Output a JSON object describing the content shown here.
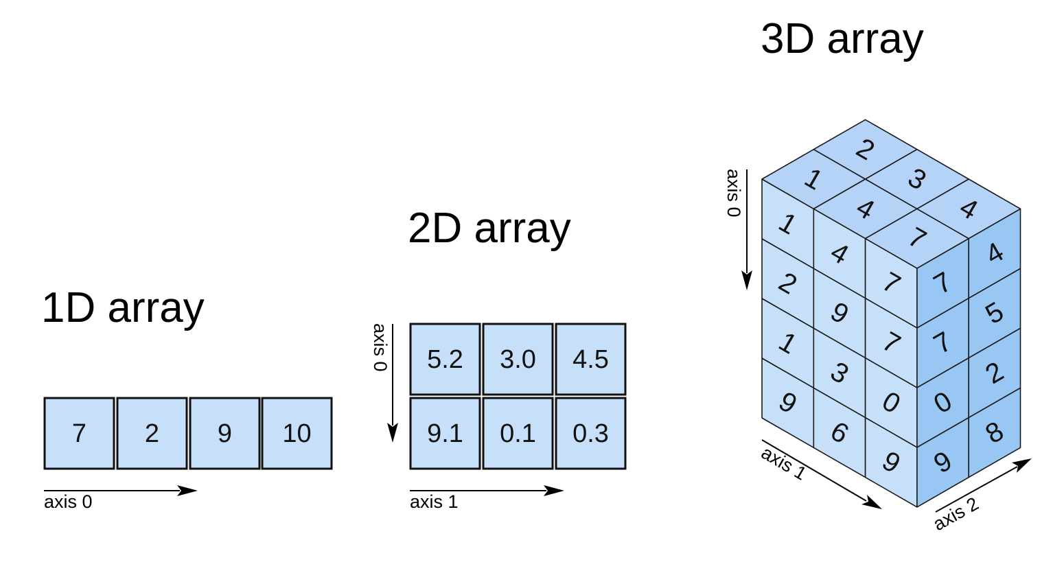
{
  "colors": {
    "cell_fill": "#c6e0f9",
    "top_face_fill": "#b4d3f6",
    "right_face_fill": "#97c7f2",
    "stroke": "#111111"
  },
  "array_1d": {
    "title": "1D array",
    "values": [
      "7",
      "2",
      "9",
      "10"
    ],
    "axis_label": "axis 0"
  },
  "array_2d": {
    "title": "2D array",
    "values": [
      [
        "5.2",
        "3.0",
        "4.5"
      ],
      [
        "9.1",
        "0.1",
        "0.3"
      ]
    ],
    "axis_0_label": "axis 0",
    "axis_1_label": "axis 1"
  },
  "array_3d": {
    "title": "3D array",
    "left_face": [
      [
        "1",
        "4",
        "7"
      ],
      [
        "2",
        "9",
        "7"
      ],
      [
        "1",
        "3",
        "0"
      ],
      [
        "9",
        "6",
        "9"
      ]
    ],
    "right_face": [
      [
        "7",
        "4"
      ],
      [
        "7",
        "5"
      ],
      [
        "0",
        "2"
      ],
      [
        "9",
        "8"
      ]
    ],
    "top_face": [
      [
        "1",
        "2"
      ],
      [
        "4",
        "3"
      ],
      [
        "7",
        "4"
      ]
    ],
    "axis_0_label": "axis 0",
    "axis_1_label": "axis 1",
    "axis_2_label": "axis 2"
  }
}
